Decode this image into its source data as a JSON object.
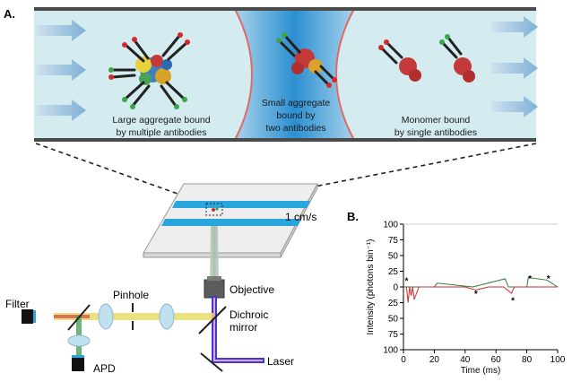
{
  "panel_a": {
    "label": "A.",
    "captions": {
      "large": [
        "Large aggregate bound",
        "by multiple antibodies"
      ],
      "small": [
        "Small aggregate",
        "bound by",
        "two antibodies"
      ],
      "monomer": [
        "Monomer bound",
        "by single antibodies"
      ]
    },
    "setup": {
      "speed": "1 cm/s",
      "objective": "Objective",
      "dichroic": [
        "Dichroic",
        "mirror"
      ],
      "laser": "Laser",
      "pinhole": "Pinhole",
      "filter": "Filter",
      "apd": "APD"
    },
    "colors": {
      "channel_fill": "#d4ecef",
      "channel_center": "#2b8fd0",
      "wall": "#4a4a4a",
      "arrow": "#8fb9d8",
      "constriction_edge": "#e06a6a",
      "flow_stripe": "#2aa6de",
      "laser_beam": "#3b3bd6",
      "emission_beam": "#d9c94a"
    }
  },
  "panel_b": {
    "label": "B.",
    "ylabel": "Intensity (photons bin⁻¹)",
    "xlabel": "Time (ms)",
    "yticks": [
      "100",
      "75",
      "50",
      "25",
      "0",
      "25",
      "50",
      "75",
      "100"
    ],
    "xticks": [
      "0",
      "20",
      "40",
      "60",
      "80",
      "100"
    ],
    "star": "*",
    "colors": {
      "red_trace": "#d22b2b",
      "green_trace": "#2e7d3a"
    }
  },
  "chart_data": {
    "type": "line",
    "xlabel": "Time (ms)",
    "ylabel": "Intensity (photons bin⁻¹)",
    "xlim": [
      0,
      100
    ],
    "ylim": [
      -100,
      100
    ],
    "grid": false,
    "note_y_axis": "upper half positive (green channel), lower half mirrored (red channel)",
    "series": [
      {
        "color": "red",
        "x": [
          0,
          2,
          3,
          4,
          5,
          6,
          7,
          10,
          20,
          30,
          40,
          47,
          55,
          65,
          70,
          72,
          80,
          82,
          90,
          95,
          100
        ],
        "y": [
          0,
          0,
          -25,
          0,
          -14,
          0,
          -20,
          0,
          0,
          0,
          0,
          -5,
          0,
          0,
          -10,
          0,
          0,
          0,
          0,
          0,
          0
        ]
      },
      {
        "color": "green",
        "x": [
          0,
          5,
          20,
          22,
          45,
          66,
          68,
          80,
          81,
          93,
          100
        ],
        "y": [
          0,
          0,
          0,
          6,
          0,
          13,
          0,
          0,
          15,
          11,
          0
        ]
      }
    ],
    "markers": [
      {
        "x": 2,
        "y": 11,
        "label": "*"
      },
      {
        "x": 47,
        "y": -10,
        "label": "*"
      },
      {
        "x": 71,
        "y": -21,
        "label": "*"
      },
      {
        "x": 82,
        "y": 14,
        "label": "*"
      },
      {
        "x": 94,
        "y": 14,
        "label": "*"
      }
    ]
  }
}
